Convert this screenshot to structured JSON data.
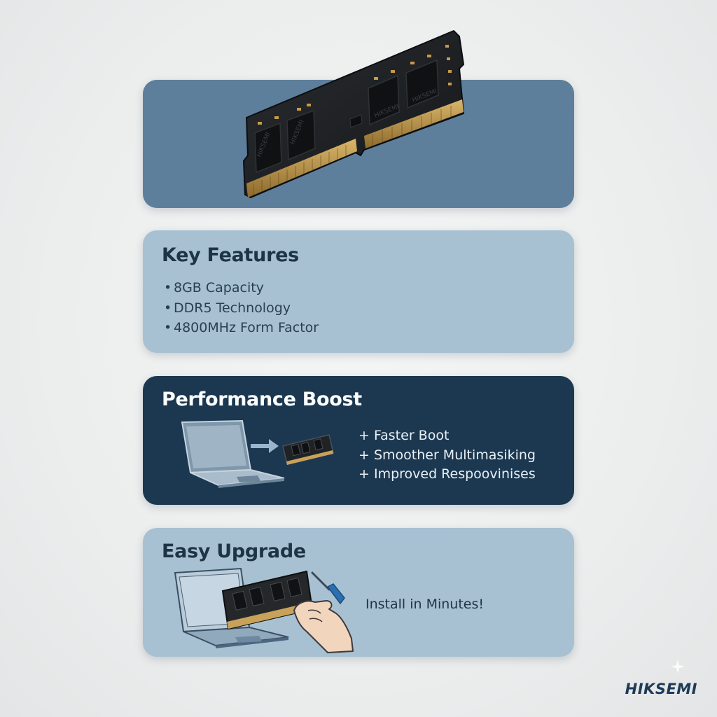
{
  "hero": {
    "module_chip_label": "HIKSEMI"
  },
  "key_features": {
    "title": "Key Features",
    "bullet": "•",
    "items": [
      "8GB Capacity",
      "DDR5 Technology",
      "4800MHz Form Factor"
    ]
  },
  "performance": {
    "title": "Performance Boost",
    "benefits": [
      "+ Faster Boot",
      "+ Smoother Multimasiking",
      "+ Improved Respoovinises"
    ]
  },
  "upgrade": {
    "title": "Easy Upgrade",
    "caption": "Install in Minutes!"
  },
  "brand": {
    "logo_text": "HIKSEMI"
  },
  "colors": {
    "background": "#eceeee",
    "hero_card": "#5d7f9b",
    "light_card": "#a8c1d2",
    "dark_card": "#1c3850",
    "heading_dark": "#1d3447",
    "brand": "#1d3b58"
  },
  "icons": [
    "ram-module-image",
    "laptop-icon",
    "arrow-right-icon",
    "ram-stick-icon",
    "screwdriver-icon",
    "hand-icon"
  ]
}
